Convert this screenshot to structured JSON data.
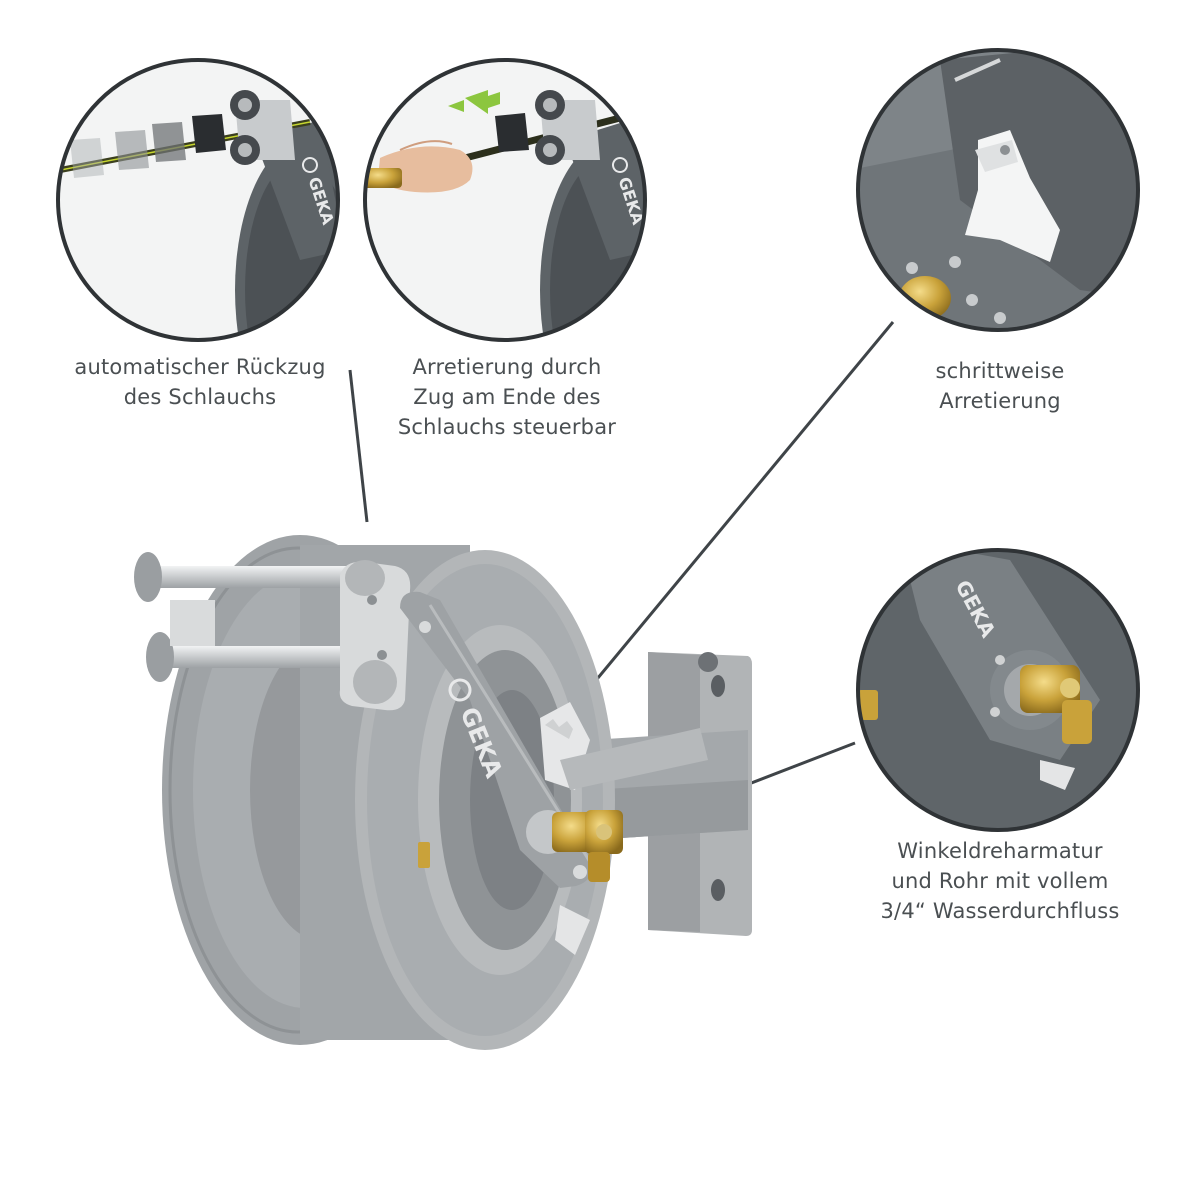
{
  "brand": {
    "logo_text": "GEKA"
  },
  "callouts": [
    {
      "id": "auto-retract",
      "lines": [
        "automatischer Rückzug",
        "des Schlauchs"
      ]
    },
    {
      "id": "lock-by-pull",
      "lines": [
        "Arretierung durch",
        "Zug am Ende des",
        "Schlauchs steuerbar"
      ]
    },
    {
      "id": "stepwise-lock",
      "lines": [
        "schrittweise",
        "Arretierung"
      ]
    },
    {
      "id": "swivel-fitting",
      "lines": [
        "Winkeldreharmatur",
        "und Rohr mit vollem",
        "3/4“ Wasserdurchfluss"
      ]
    }
  ],
  "colors": {
    "reel_grey": "#a9adb0",
    "detail_dark_grey": "#5d6367",
    "brass": "#c9a23a",
    "arrow_green": "#8cc63f",
    "caption_text": "#4a4f52",
    "leader_line": "#3f4448"
  },
  "icons": [
    "green-pull-arrow-icon",
    "geka-logo-icon"
  ]
}
